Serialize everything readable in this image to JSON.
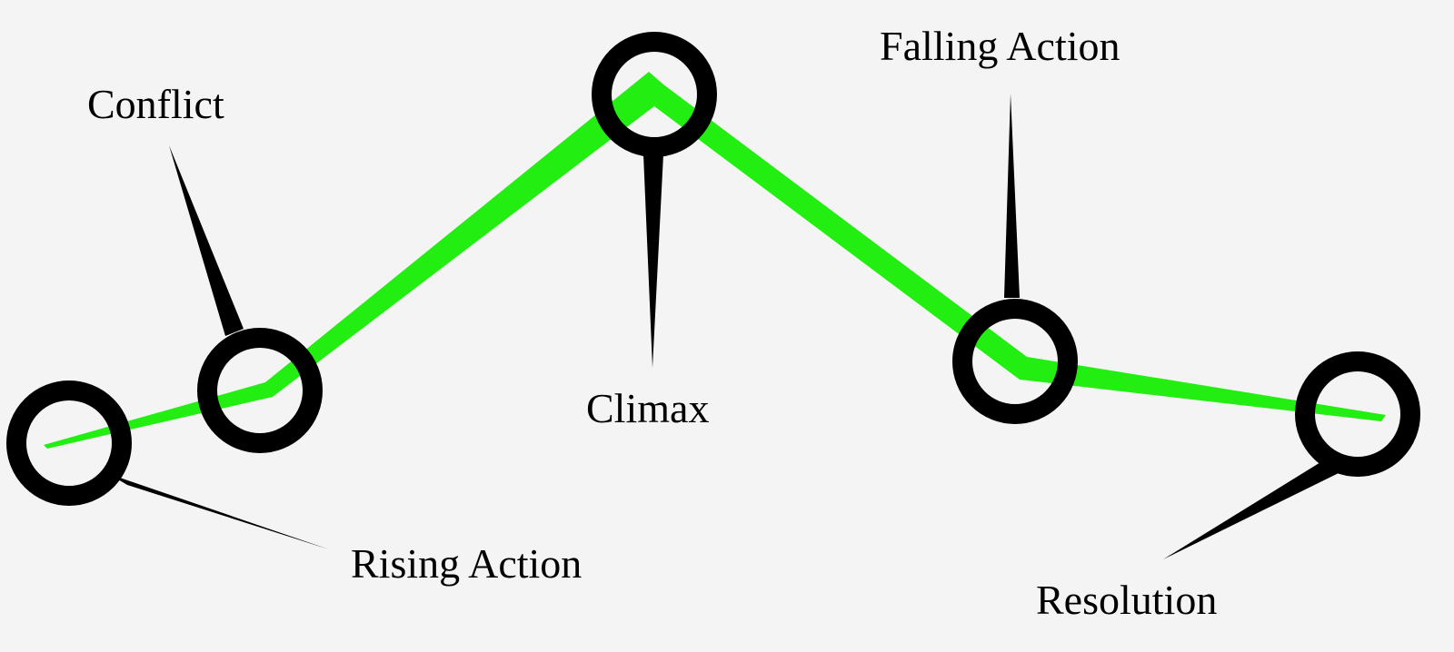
{
  "diagram": {
    "stages": [
      {
        "id": "rising-action",
        "label": "Rising Action"
      },
      {
        "id": "conflict",
        "label": "Conflict"
      },
      {
        "id": "climax",
        "label": "Climax"
      },
      {
        "id": "falling-action",
        "label": "Falling Action"
      },
      {
        "id": "resolution",
        "label": "Resolution"
      }
    ],
    "colors": {
      "background": "#f4f4f4",
      "plot_line": "#22ee11",
      "marker": "#000000",
      "text": "#000000"
    }
  }
}
